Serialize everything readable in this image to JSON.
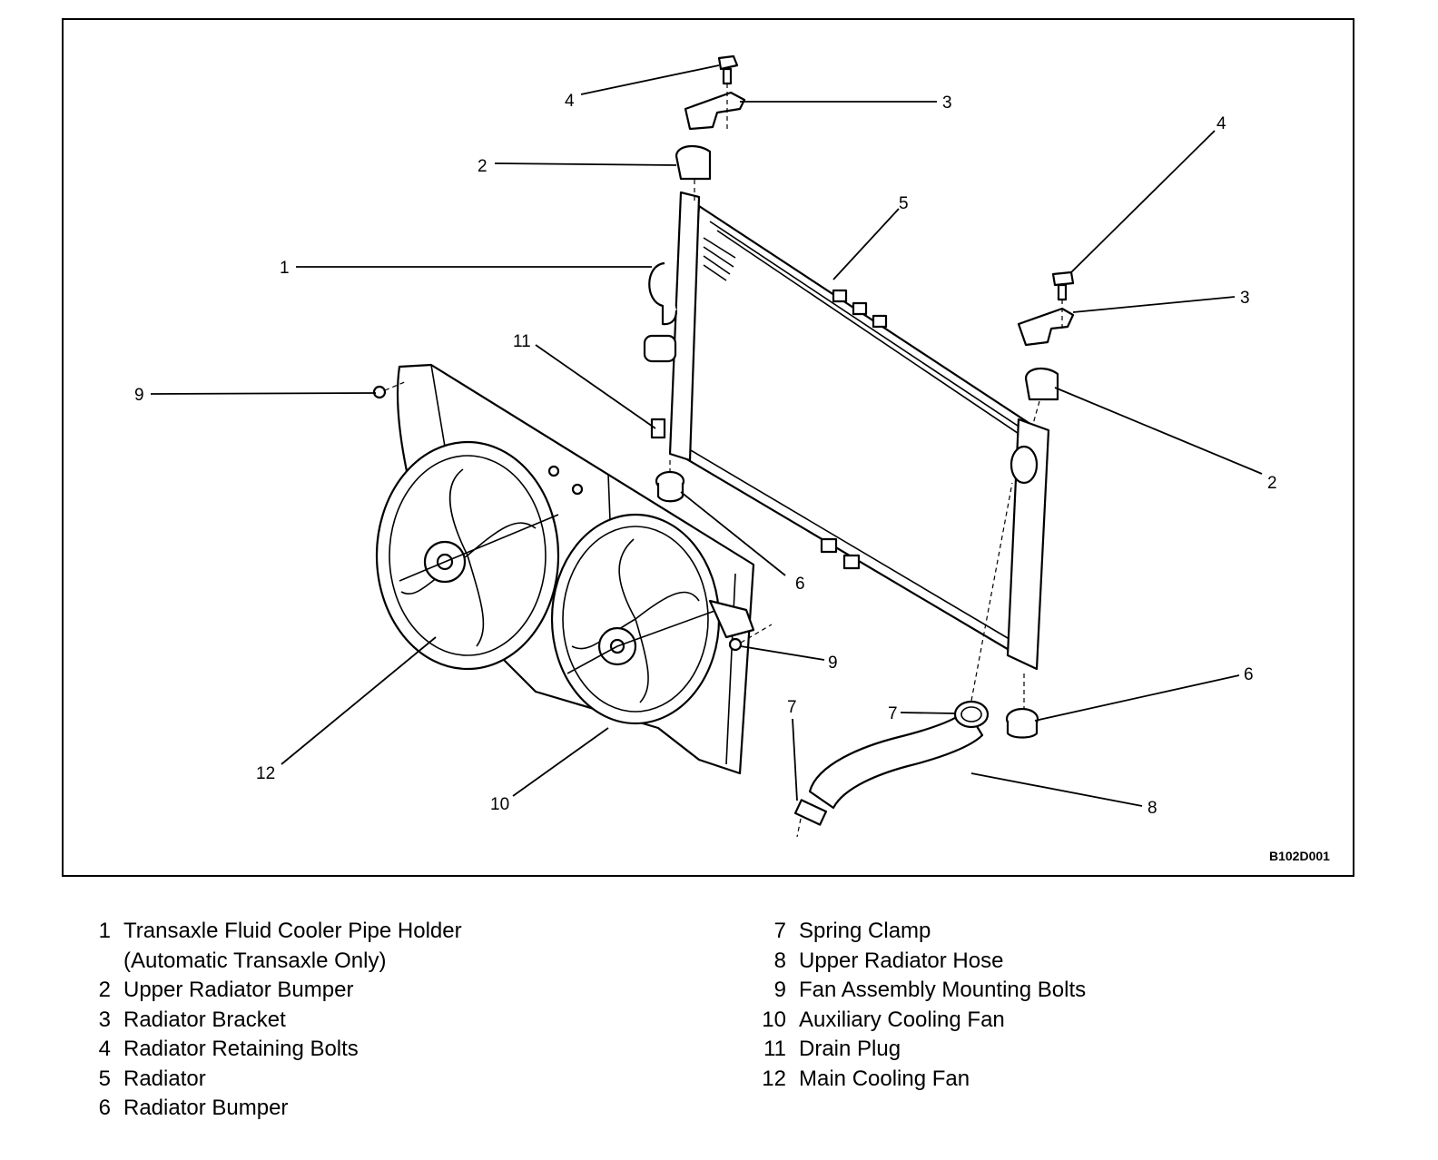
{
  "figure_id": "B102D001",
  "callouts": [
    {
      "n": "4"
    },
    {
      "n": "3"
    },
    {
      "n": "2"
    },
    {
      "n": "4"
    },
    {
      "n": "5"
    },
    {
      "n": "1"
    },
    {
      "n": "3"
    },
    {
      "n": "11"
    },
    {
      "n": "9"
    },
    {
      "n": "2"
    },
    {
      "n": "6"
    },
    {
      "n": "9"
    },
    {
      "n": "6"
    },
    {
      "n": "7"
    },
    {
      "n": "7"
    },
    {
      "n": "12"
    },
    {
      "n": "10"
    },
    {
      "n": "8"
    }
  ],
  "legend_left": [
    {
      "n": "1",
      "text": "Transaxle Fluid Cooler Pipe Holder",
      "cont": "(Automatic Transaxle Only)"
    },
    {
      "n": "2",
      "text": "Upper Radiator Bumper"
    },
    {
      "n": "3",
      "text": "Radiator Bracket"
    },
    {
      "n": "4",
      "text": "Radiator Retaining Bolts"
    },
    {
      "n": "5",
      "text": "Radiator"
    },
    {
      "n": "6",
      "text": "Radiator Bumper"
    }
  ],
  "legend_right": [
    {
      "n": "7",
      "text": "Spring Clamp"
    },
    {
      "n": "8",
      "text": "Upper Radiator Hose"
    },
    {
      "n": "9",
      "text": "Fan Assembly Mounting Bolts"
    },
    {
      "n": "10",
      "text": "Auxiliary Cooling Fan"
    },
    {
      "n": "11",
      "text": "Drain Plug"
    },
    {
      "n": "12",
      "text": "Main Cooling Fan"
    }
  ]
}
